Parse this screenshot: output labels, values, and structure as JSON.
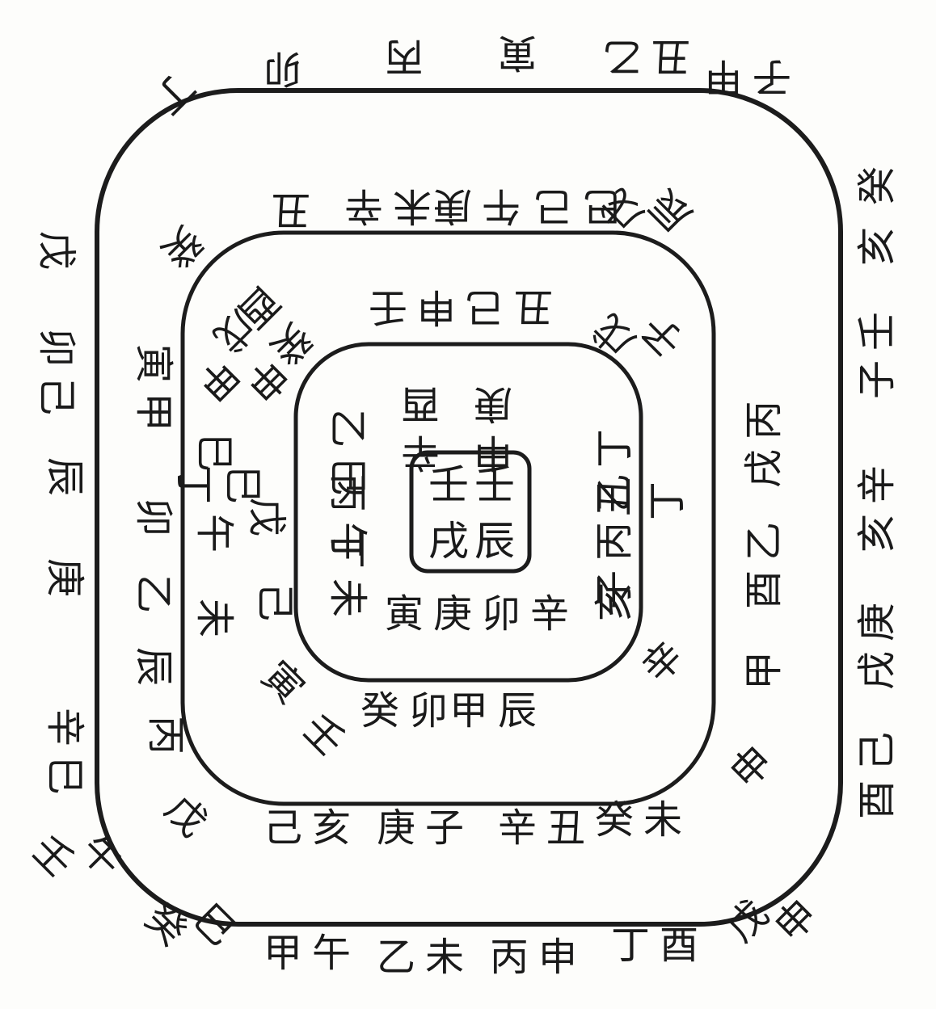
{
  "diagram": {
    "center": {
      "lines": [
        "壬壬",
        "戌辰"
      ]
    },
    "text_groups": [
      {
        "text": "庚申",
        "rotate": 180
      },
      {
        "text": "酉辛",
        "rotate": 180
      },
      {
        "text": "丁丑",
        "rotate": 270
      },
      {
        "text": "乙丙子",
        "rotate": 270
      },
      {
        "text": "亥",
        "rotate": 270
      },
      {
        "text": "乙巳",
        "rotate": 90
      },
      {
        "text": "丙午",
        "rotate": 90
      },
      {
        "text": "丁未",
        "rotate": 90
      },
      {
        "text": "寅庚卯辛",
        "rotate": 0
      },
      {
        "text": "壬申",
        "rotate": 180
      },
      {
        "text": "己丑",
        "rotate": 180
      },
      {
        "text": "戊子",
        "rotate": 225
      },
      {
        "text": "丁",
        "rotate": 270
      },
      {
        "text": "辛",
        "rotate": 315
      },
      {
        "text": "甲辰",
        "rotate": 0
      },
      {
        "text": "癸卯",
        "rotate": 0
      },
      {
        "text": "壬",
        "rotate": 45
      },
      {
        "text": "寅",
        "rotate": 45
      },
      {
        "text": "己",
        "rotate": 90
      },
      {
        "text": "戊",
        "rotate": 90
      },
      {
        "text": "丁巳",
        "rotate": 90
      },
      {
        "text": "甲申",
        "rotate": 135
      },
      {
        "text": "癸",
        "rotate": 135
      },
      {
        "text": "戊",
        "rotate": 135
      },
      {
        "text": "酉",
        "rotate": 135
      },
      {
        "text": "丑",
        "rotate": 180
      },
      {
        "text": "辛未",
        "rotate": 180
      },
      {
        "text": "庚午",
        "rotate": 180
      },
      {
        "text": "己巳",
        "rotate": 180
      },
      {
        "text": "戊辰",
        "rotate": 225
      },
      {
        "text": "丙戌",
        "rotate": 270
      },
      {
        "text": "乙酉",
        "rotate": 270
      },
      {
        "text": "甲",
        "rotate": 270
      },
      {
        "text": "申",
        "rotate": 315
      },
      {
        "text": "癸未",
        "rotate": 0
      },
      {
        "text": "辛丑",
        "rotate": 0
      },
      {
        "text": "庚子",
        "rotate": 0
      },
      {
        "text": "己亥",
        "rotate": 0
      },
      {
        "text": "戊",
        "rotate": 45
      },
      {
        "text": "丙",
        "rotate": 90
      },
      {
        "text": "辰",
        "rotate": 90
      },
      {
        "text": "乙",
        "rotate": 90
      },
      {
        "text": "未",
        "rotate": 90
      },
      {
        "text": "午",
        "rotate": 90
      },
      {
        "text": "卯",
        "rotate": 90
      },
      {
        "text": "巳",
        "rotate": 90
      },
      {
        "text": "寅甲",
        "rotate": 90
      },
      {
        "text": "癸",
        "rotate": 135
      },
      {
        "text": "丁",
        "rotate": 135
      },
      {
        "text": "卯",
        "rotate": 180
      },
      {
        "text": "丙",
        "rotate": 180
      },
      {
        "text": "寅",
        "rotate": 180
      },
      {
        "text": "乙丑",
        "rotate": 180
      },
      {
        "text": "甲子",
        "rotate": 180
      },
      {
        "text": "癸",
        "rotate": 270
      },
      {
        "text": "亥",
        "rotate": 270
      },
      {
        "text": "壬子",
        "rotate": 270
      },
      {
        "text": "辛亥",
        "rotate": 270
      },
      {
        "text": "庚戌",
        "rotate": 270
      },
      {
        "text": "己酉",
        "rotate": 270
      },
      {
        "text": "戊申",
        "rotate": 315
      },
      {
        "text": "丁酉",
        "rotate": 0
      },
      {
        "text": "丙申",
        "rotate": 0
      },
      {
        "text": "乙未",
        "rotate": 0
      },
      {
        "text": "甲午",
        "rotate": 0
      },
      {
        "text": "癸巳",
        "rotate": 45
      },
      {
        "text": "壬午",
        "rotate": 45
      },
      {
        "text": "辛巳",
        "rotate": 90
      },
      {
        "text": "庚",
        "rotate": 90
      },
      {
        "text": "辰",
        "rotate": 90
      },
      {
        "text": "卯己",
        "rotate": 90
      },
      {
        "text": "戊",
        "rotate": 90
      }
    ]
  }
}
